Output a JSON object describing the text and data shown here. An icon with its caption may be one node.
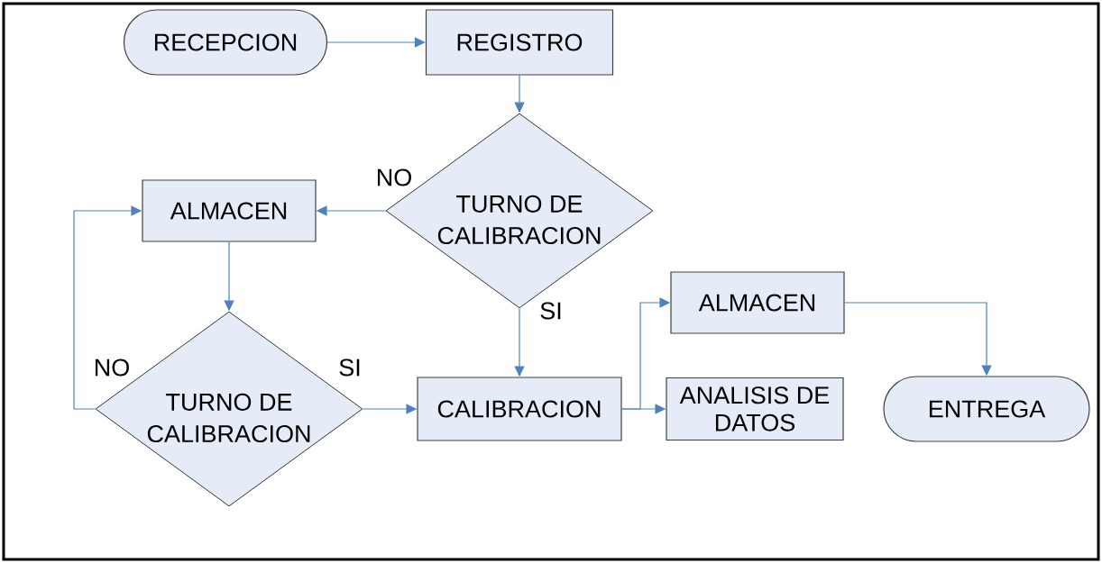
{
  "diagram": {
    "nodes": [
      {
        "text": [
          "RECEPCION"
        ]
      },
      {
        "text": [
          "REGISTRO"
        ]
      },
      {
        "text": [
          "TURNO DE CALIBRACION"
        ]
      },
      {
        "text": [
          "ALMACEN"
        ]
      },
      {
        "text": [
          "TURNO DE CALIBRACION"
        ]
      },
      {
        "text": [
          "CALIBRACION"
        ]
      },
      {
        "text": [
          "ALMACEN"
        ]
      },
      {
        "text": [
          "ANALISIS DE DATOS"
        ]
      },
      {
        "text": [
          "ENTREGA"
        ]
      }
    ],
    "edges": [
      {
        "from": 0,
        "to": 1,
        "arrow": "to"
      },
      {
        "from": 1,
        "to": 2,
        "arrow": "to"
      },
      {
        "from": 2,
        "to": 3,
        "arrow": "to",
        "label": "NO"
      },
      {
        "from": 2,
        "to": 5,
        "arrow": "to",
        "label": "SI"
      },
      {
        "from": 3,
        "to": 4,
        "arrow": "to"
      },
      {
        "from": 4,
        "to": 3,
        "arrow": "to",
        "label": "NO"
      },
      {
        "from": 4,
        "to": 5,
        "arrow": "to",
        "label": "SI"
      },
      {
        "from": 5,
        "to": 6,
        "arrow": "to"
      },
      {
        "from": 5,
        "to": 7,
        "arrow": "to"
      },
      {
        "from": 6,
        "to": 8,
        "arrow": "to"
      }
    ]
  }
}
